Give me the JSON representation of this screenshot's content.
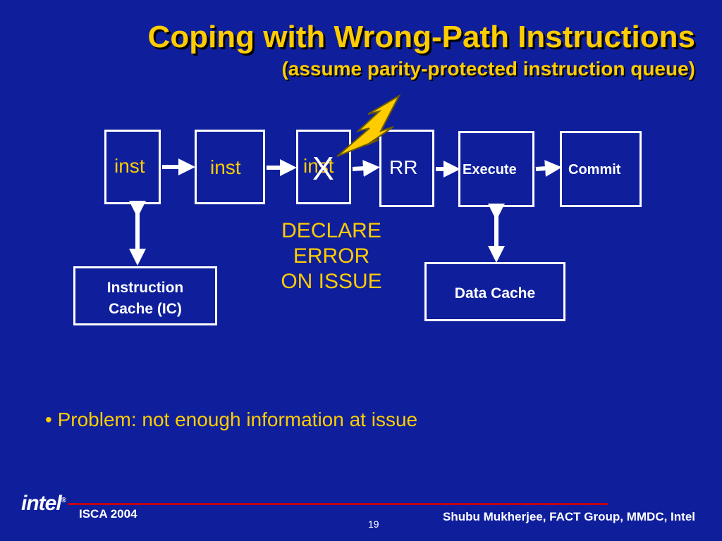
{
  "slide": {
    "title": "Coping with Wrong-Path Instructions",
    "subtitle": "(assume parity-protected instruction queue)"
  },
  "pipeline": {
    "stage1_inst": "inst",
    "stage2_inst": "inst",
    "stage3_inst": "inst",
    "stage3_mark": "X",
    "stage4": "RR",
    "stage5": "Execute",
    "stage6": "Commit",
    "icache_line1": "Instruction",
    "icache_line2": "Cache (IC)",
    "dcache": "Data Cache",
    "declare_line1": "DECLARE",
    "declare_line2": "ERROR",
    "declare_line3": "ON ISSUE"
  },
  "bullet": "• Problem: not enough information at issue",
  "footer": {
    "logo": "intel",
    "conference": "ISCA 2004",
    "page": "19",
    "author": "Shubu Mukherjee, FACT Group, MMDC, Intel"
  },
  "colors": {
    "background": "#0f1f9c",
    "accent": "#ffcc00",
    "footer_rule": "#c00018"
  }
}
